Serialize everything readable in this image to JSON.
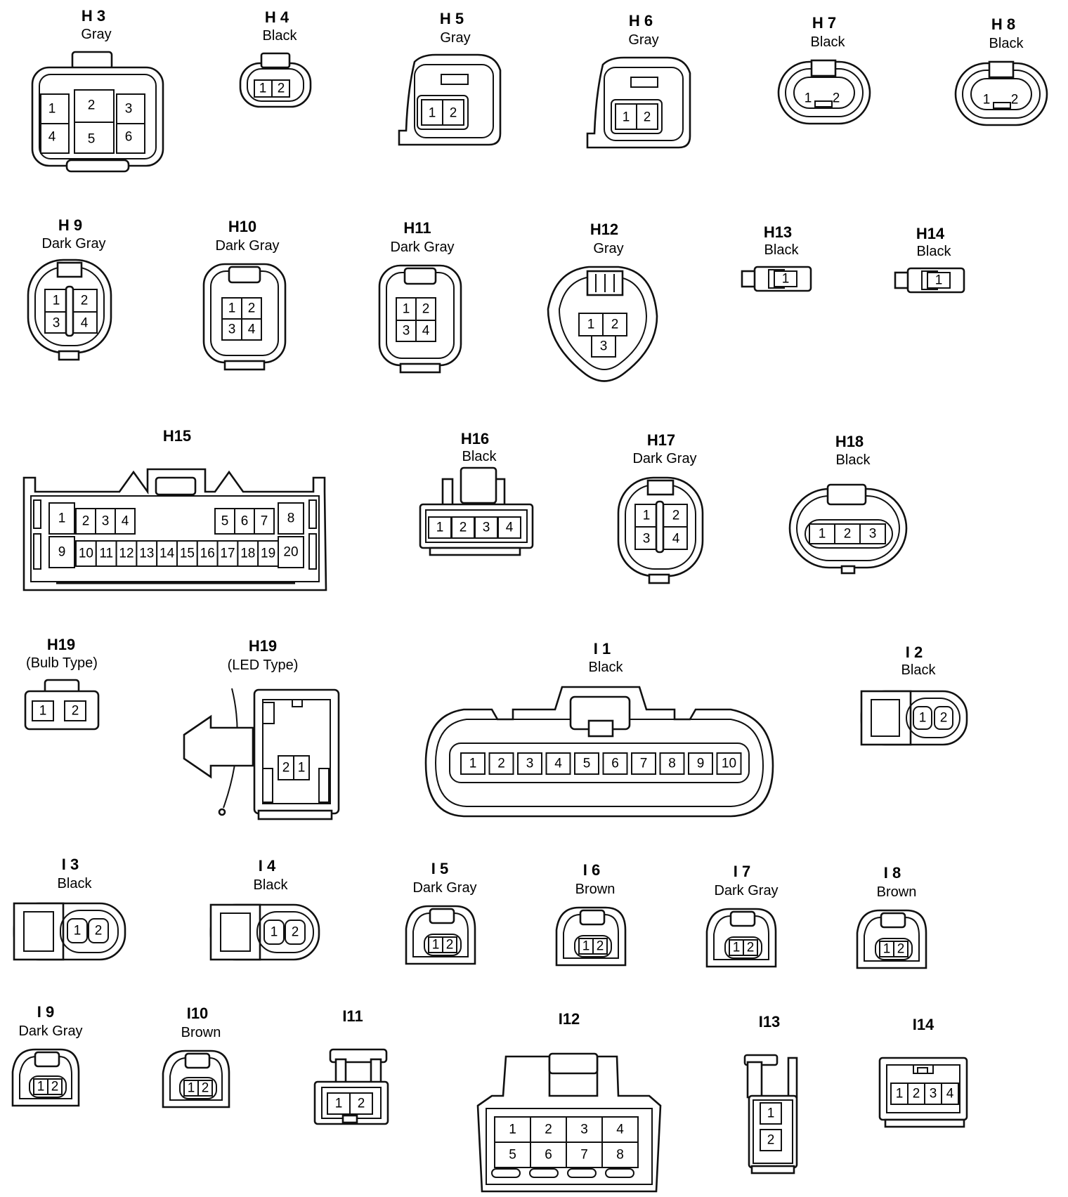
{
  "connectors": {
    "H3": {
      "id": "H 3",
      "color": "Gray",
      "pins": [
        "1",
        "2",
        "3",
        "4",
        "5",
        "6"
      ]
    },
    "H4": {
      "id": "H 4",
      "color": "Black",
      "pins": [
        "1",
        "2"
      ]
    },
    "H5": {
      "id": "H 5",
      "color": "Gray",
      "pins": [
        "1",
        "2"
      ]
    },
    "H6": {
      "id": "H 6",
      "color": "Gray",
      "pins": [
        "1",
        "2"
      ]
    },
    "H7": {
      "id": "H 7",
      "color": "Black",
      "pins": [
        "1",
        "2"
      ]
    },
    "H8": {
      "id": "H 8",
      "color": "Black",
      "pins": [
        "1",
        "2"
      ]
    },
    "H9": {
      "id": "H 9",
      "color": "Dark Gray",
      "pins": [
        "1",
        "2",
        "3",
        "4"
      ]
    },
    "H10": {
      "id": "H10",
      "color": "Dark Gray",
      "pins": [
        "1",
        "2",
        "3",
        "4"
      ]
    },
    "H11": {
      "id": "H11",
      "color": "Dark Gray",
      "pins": [
        "1",
        "2",
        "3",
        "4"
      ]
    },
    "H12": {
      "id": "H12",
      "color": "Gray",
      "pins": [
        "1",
        "2",
        "3"
      ]
    },
    "H13": {
      "id": "H13",
      "color": "Black",
      "pins": [
        "1"
      ]
    },
    "H14": {
      "id": "H14",
      "color": "Black",
      "pins": [
        "1"
      ]
    },
    "H15": {
      "id": "H15",
      "color": "",
      "pins": [
        "1",
        "2",
        "3",
        "4",
        "5",
        "6",
        "7",
        "8",
        "9",
        "10",
        "11",
        "12",
        "13",
        "14",
        "15",
        "16",
        "17",
        "18",
        "19",
        "20"
      ]
    },
    "H16": {
      "id": "H16",
      "color": "Black",
      "pins": [
        "1",
        "2",
        "3",
        "4"
      ]
    },
    "H17": {
      "id": "H17",
      "color": "Dark Gray",
      "pins": [
        "1",
        "2",
        "3",
        "4"
      ]
    },
    "H18": {
      "id": "H18",
      "color": "Black",
      "pins": [
        "1",
        "2",
        "3"
      ]
    },
    "H19B": {
      "id": "H19",
      "color": "(Bulb Type)",
      "pins": [
        "1",
        "2"
      ]
    },
    "H19L": {
      "id": "H19",
      "color": "(LED Type)",
      "pins": [
        "2",
        "1"
      ]
    },
    "I1": {
      "id": "I 1",
      "color": "Black",
      "pins": [
        "1",
        "2",
        "3",
        "4",
        "5",
        "6",
        "7",
        "8",
        "9",
        "10"
      ]
    },
    "I2": {
      "id": "I 2",
      "color": "Black",
      "pins": [
        "1",
        "2"
      ]
    },
    "I3": {
      "id": "I 3",
      "color": "Black",
      "pins": [
        "1",
        "2"
      ]
    },
    "I4": {
      "id": "I 4",
      "color": "Black",
      "pins": [
        "1",
        "2"
      ]
    },
    "I5": {
      "id": "I 5",
      "color": "Dark Gray",
      "pins": [
        "1",
        "2"
      ]
    },
    "I6": {
      "id": "I 6",
      "color": "Brown",
      "pins": [
        "1",
        "2"
      ]
    },
    "I7": {
      "id": "I 7",
      "color": "Dark Gray",
      "pins": [
        "1",
        "2"
      ]
    },
    "I8": {
      "id": "I 8",
      "color": "Brown",
      "pins": [
        "1",
        "2"
      ]
    },
    "I9": {
      "id": "I 9",
      "color": "Dark Gray",
      "pins": [
        "1",
        "2"
      ]
    },
    "I10": {
      "id": "I10",
      "color": "Brown",
      "pins": [
        "1",
        "2"
      ]
    },
    "I11": {
      "id": "I11",
      "color": "",
      "pins": [
        "1",
        "2"
      ]
    },
    "I12": {
      "id": "I12",
      "color": "",
      "pins": [
        "1",
        "2",
        "3",
        "4",
        "5",
        "6",
        "7",
        "8"
      ]
    },
    "I13": {
      "id": "I13",
      "color": "",
      "pins": [
        "1",
        "2"
      ]
    },
    "I14": {
      "id": "I14",
      "color": "",
      "pins": [
        "1",
        "2",
        "3",
        "4"
      ]
    }
  }
}
